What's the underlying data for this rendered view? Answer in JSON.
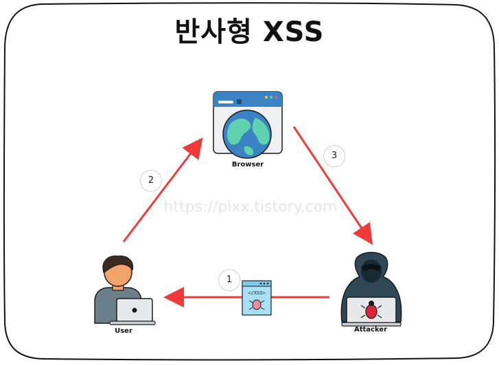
{
  "title": "반사형 XSS",
  "watermark": "https://pixx.tistory.com",
  "nodes": {
    "browser": "Browser",
    "user": "User",
    "attacker": "Attacker"
  },
  "payload_label": "</XSS>",
  "steps": [
    "1",
    "2",
    "3"
  ],
  "colors": {
    "arrow": "#f03a3a",
    "skin": "#f2a36b",
    "hair": "#3a2a20",
    "hood": "#2f4858",
    "globe_water": "#3b82c4",
    "globe_land": "#5fd3b0",
    "bug": "#e0243a"
  }
}
